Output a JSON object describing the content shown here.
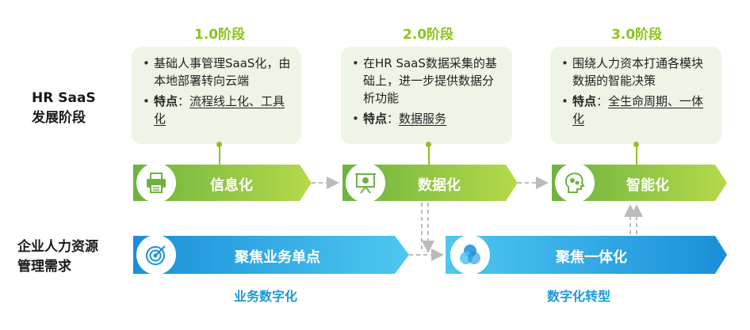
{
  "left_labels": {
    "hr_saas": [
      "HR SaaS",
      "发展阶段"
    ],
    "demand": [
      "企业人力资源",
      "管理需求"
    ]
  },
  "stages": [
    {
      "title": "1.0阶段",
      "bullet": "基础人事管理SaaS化，由本地部署转向云端",
      "feature_key": "特点",
      "feature_sep": "：",
      "feature_value": "流程线上化、工具化",
      "arrow_label": "信息化",
      "icon": "printer-icon"
    },
    {
      "title": "2.0阶段",
      "bullet": "在HR SaaS数据采集的基础上，进一步提供数据分析功能",
      "feature_key": "特点",
      "feature_sep": "：",
      "feature_value": "数据服务",
      "arrow_label": "数据化",
      "icon": "presentation-chart-icon"
    },
    {
      "title": "3.0阶段",
      "bullet": "围绕人力资本打通各模块数据的智能决策",
      "feature_key": "特点",
      "feature_sep": "：",
      "feature_value": "全生命周期、一体化",
      "arrow_label": "智能化",
      "icon": "head-gears-icon"
    }
  ],
  "demand_arrows": [
    {
      "label": "聚焦业务单点",
      "caption": "业务数字化",
      "icon": "target-icon"
    },
    {
      "label": "聚焦一体化",
      "caption": "数字化转型",
      "icon": "venn-circles-icon"
    }
  ],
  "colors": {
    "green_accent": "#8dc21f",
    "green_dark": "#6db33f",
    "green_light": "#b5d94a",
    "blue_light": "#4ec7f0",
    "blue_dark": "#1a8fd8",
    "card_bg": "#eef5e6",
    "connector_gray": "#bbbbbb"
  }
}
